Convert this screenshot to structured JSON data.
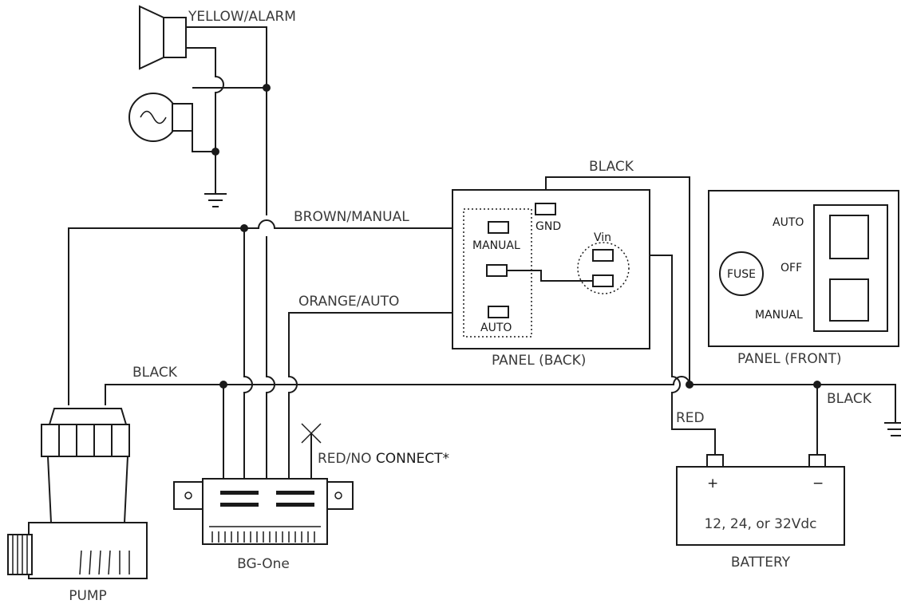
{
  "wire_labels": {
    "yellow_alarm": "YELLOW/ALARM",
    "brown_manual": "BROWN/MANUAL",
    "orange_auto": "ORANGE/AUTO",
    "black_top": "BLACK",
    "black_left": "BLACK",
    "black_right": "BLACK",
    "red": "RED",
    "red_no_connect_1": "RED/NO",
    "red_no_connect_2": "CONNECT*"
  },
  "panel_back": {
    "title": "PANEL (BACK)",
    "manual": "MANUAL",
    "auto": "AUTO",
    "gnd": "GND",
    "vin": "Vin"
  },
  "panel_front": {
    "title": "PANEL (FRONT)",
    "fuse": "FUSE",
    "auto": "AUTO",
    "off": "OFF",
    "manual": "MANUAL"
  },
  "battery": {
    "title": "BATTERY",
    "voltage": "12, 24, or 32Vdc",
    "plus": "+",
    "minus": "−"
  },
  "components": {
    "pump": "PUMP",
    "bg_one": "BG-One"
  },
  "icons": [
    "speaker-icon",
    "lamp-icon",
    "ground-icon",
    "pump-icon",
    "bg-one-sensor-icon",
    "battery-icon",
    "fuse-icon",
    "switch-icon"
  ]
}
